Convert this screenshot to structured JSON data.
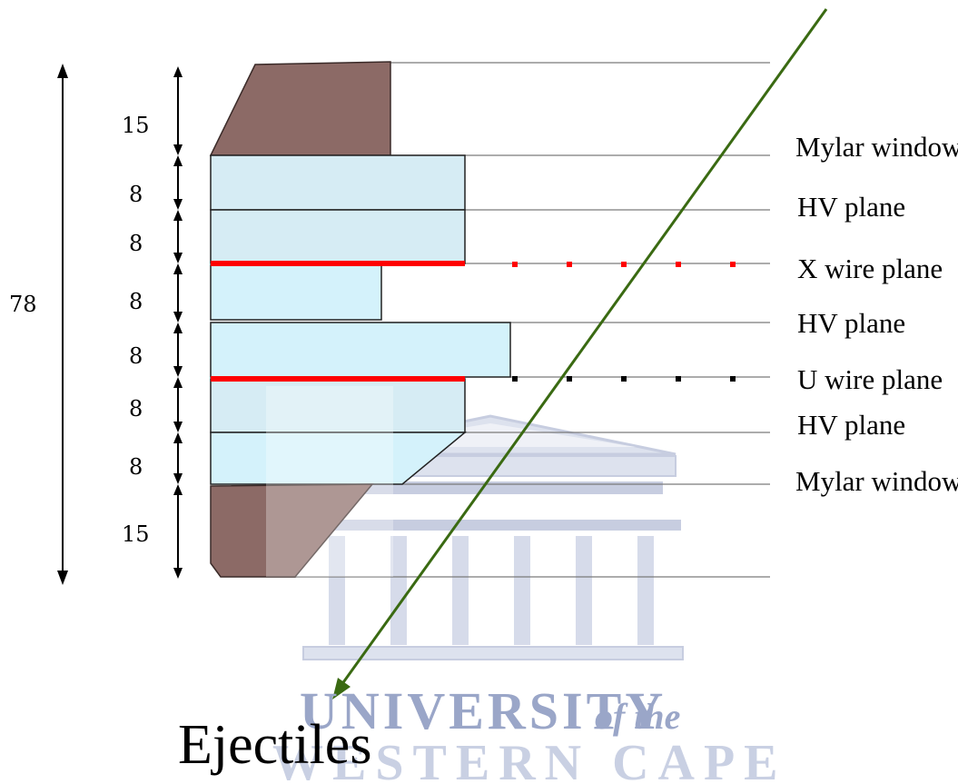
{
  "dimensions": {
    "total": "78",
    "segments": [
      "15",
      "8",
      "8",
      "8",
      "8",
      "8",
      "8",
      "15"
    ]
  },
  "layer_labels": [
    "Mylar window",
    "HV plane",
    "X wire plane",
    "HV plane",
    "U wire plane",
    "HV plane",
    "Mylar window"
  ],
  "particle_label": "Ejectiles",
  "watermark": {
    "line1": "UNIVERSITY",
    "line1_suffix": "of the",
    "line2": "WESTERN CAPE"
  },
  "colors": {
    "frame": "#8c6a66",
    "plane_fill": "#d6ecf4",
    "plane_fill_light": "#d4f2fb",
    "wire_x": "#ff0000",
    "wire_u": "#ff0000",
    "track": "#3a6a12",
    "watermark": "#9aa6c8"
  }
}
